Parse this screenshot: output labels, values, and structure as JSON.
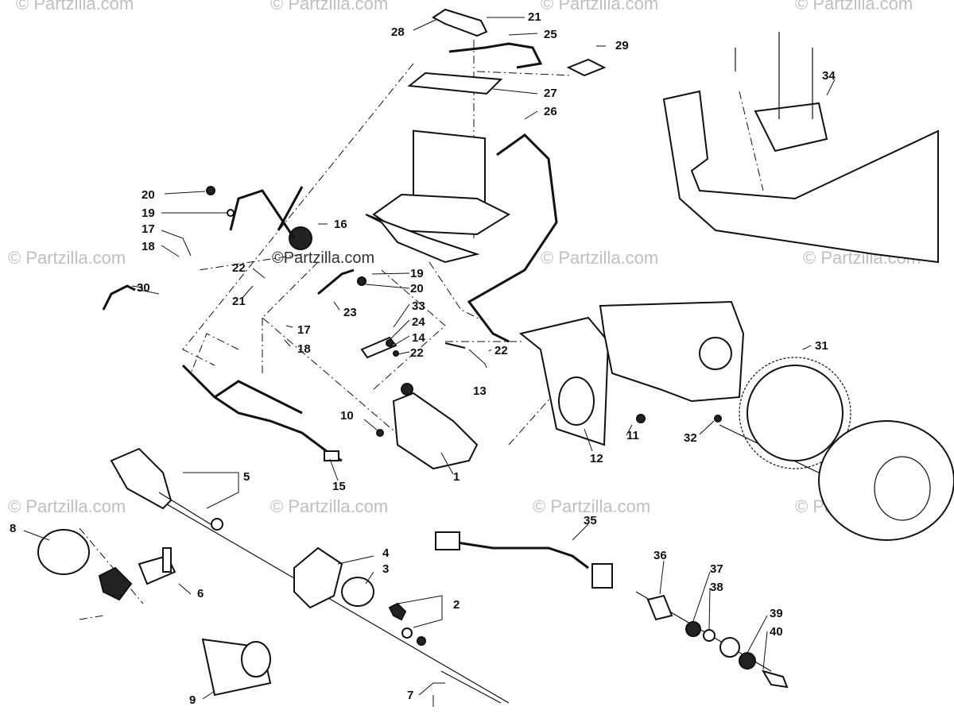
{
  "watermark_text": "© Partzilla.com",
  "center_watermark": "©Partzilla.com",
  "callouts": [
    "1",
    "2",
    "3",
    "4",
    "5",
    "6",
    "7",
    "8",
    "9",
    "10",
    "11",
    "12",
    "13",
    "14",
    "15",
    "16",
    "17",
    "18",
    "19",
    "20",
    "21",
    "22",
    "23",
    "24",
    "25",
    "26",
    "27",
    "28",
    "29",
    "30",
    "31",
    "32",
    "33",
    "34",
    "35",
    "36",
    "37",
    "38",
    "39",
    "40"
  ],
  "repeat_callouts": {
    "r17": "17",
    "r18": "18",
    "r19": "19",
    "r20": "20",
    "r21": "21",
    "r22a": "22",
    "r22b": "22"
  }
}
